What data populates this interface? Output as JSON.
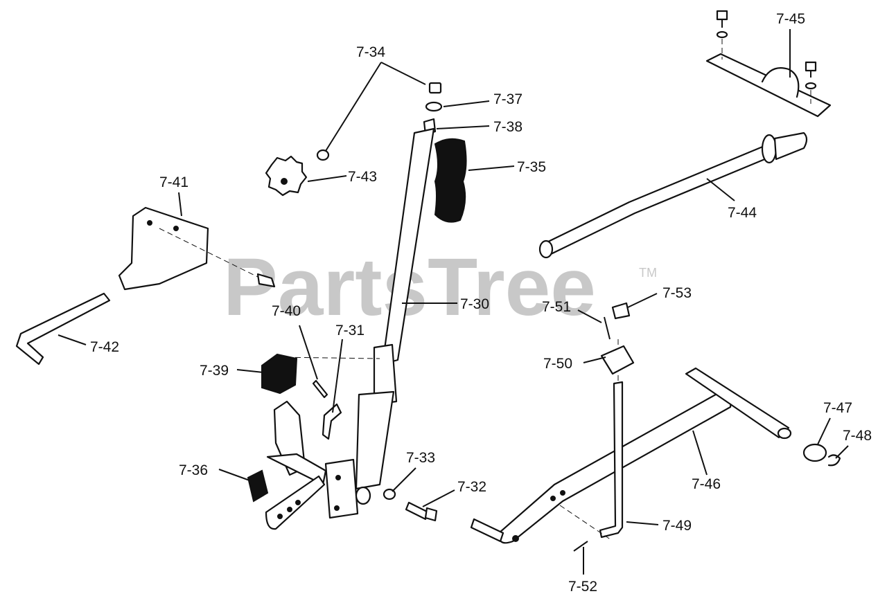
{
  "watermark": {
    "text": "PartsTree",
    "trademark": "TM"
  },
  "callouts": [
    {
      "id": "7-30",
      "text": "7-30"
    },
    {
      "id": "7-31",
      "text": "7-31"
    },
    {
      "id": "7-32",
      "text": "7-32"
    },
    {
      "id": "7-33",
      "text": "7-33"
    },
    {
      "id": "7-34",
      "text": "7-34"
    },
    {
      "id": "7-35",
      "text": "7-35"
    },
    {
      "id": "7-36",
      "text": "7-36"
    },
    {
      "id": "7-37",
      "text": "7-37"
    },
    {
      "id": "7-38",
      "text": "7-38"
    },
    {
      "id": "7-39",
      "text": "7-39"
    },
    {
      "id": "7-40",
      "text": "7-40"
    },
    {
      "id": "7-41",
      "text": "7-41"
    },
    {
      "id": "7-42",
      "text": "7-42"
    },
    {
      "id": "7-43",
      "text": "7-43"
    },
    {
      "id": "7-44",
      "text": "7-44"
    },
    {
      "id": "7-45",
      "text": "7-45"
    },
    {
      "id": "7-46",
      "text": "7-46"
    },
    {
      "id": "7-47",
      "text": "7-47"
    },
    {
      "id": "7-48",
      "text": "7-48"
    },
    {
      "id": "7-49",
      "text": "7-49"
    },
    {
      "id": "7-50",
      "text": "7-50"
    },
    {
      "id": "7-51",
      "text": "7-51"
    },
    {
      "id": "7-52",
      "text": "7-52"
    },
    {
      "id": "7-53",
      "text": "7-53"
    }
  ]
}
